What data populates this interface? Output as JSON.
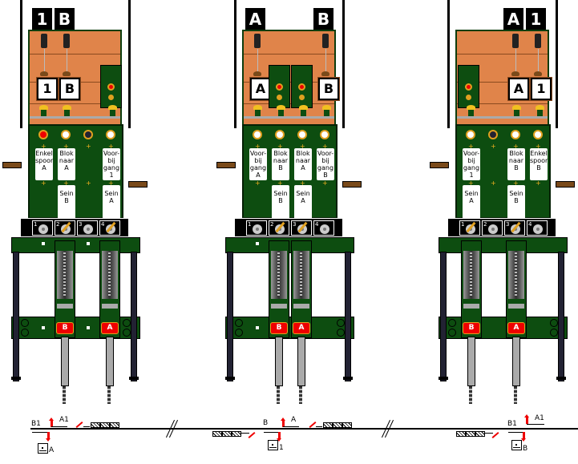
{
  "boxes": [
    {
      "name": "box-left",
      "flags": [
        "1",
        "B"
      ],
      "cards": [
        "1",
        "B"
      ],
      "indicators": [
        "red",
        "white",
        "dark",
        "white"
      ],
      "labels_top": [
        "Enkel spoor A",
        "Blok naar A",
        "",
        "Voor-bij gang 1"
      ],
      "labels_bottom": [
        "",
        "Sein B",
        "",
        "Sein A"
      ],
      "levers": [
        {
          "num": "1",
          "state": "normal"
        },
        {
          "num": "2",
          "state": "pulled"
        },
        {
          "num": "3",
          "state": "normal"
        },
        {
          "num": "4",
          "state": "pulled"
        }
      ],
      "tags": [
        "B",
        "A"
      ]
    },
    {
      "name": "box-middle",
      "flags": [
        "A",
        "B"
      ],
      "cards": [
        "A",
        "B"
      ],
      "indicators": [
        "white",
        "white",
        "white",
        "white"
      ],
      "labels_top": [
        "Voor-bij gang A",
        "Blok naar B",
        "Blok naar A",
        "Voor-bij gang B"
      ],
      "labels_bottom": [
        "",
        "Sein B",
        "Sein A",
        ""
      ],
      "levers": [
        {
          "num": "1",
          "state": "normal"
        },
        {
          "num": "2",
          "state": "pulled"
        },
        {
          "num": "3",
          "state": "pulled"
        },
        {
          "num": "4",
          "state": "normal"
        }
      ],
      "tags": [
        "B",
        "A"
      ]
    },
    {
      "name": "box-right",
      "flags": [
        "A",
        "1"
      ],
      "cards": [
        "A",
        "1"
      ],
      "indicators": [
        "white",
        "dark",
        "white",
        "white"
      ],
      "labels_top": [
        "Voor-bij gang 1",
        "",
        "Blok naar B",
        "Enkel spoor B"
      ],
      "labels_bottom": [
        "Sein A",
        "",
        "Sein B",
        ""
      ],
      "levers": [
        {
          "num": "1",
          "state": "pulled"
        },
        {
          "num": "2",
          "state": "normal"
        },
        {
          "num": "3",
          "state": "pulled"
        },
        {
          "num": "4",
          "state": "normal"
        }
      ],
      "tags": [
        "B",
        "A"
      ]
    }
  ],
  "track": {
    "left": {
      "signal_b": "B1",
      "signal_a": "A1",
      "station": "A"
    },
    "middle": {
      "signal_b": "B",
      "signal_a": "A",
      "station": "1"
    },
    "right": {
      "signal_b": "B1",
      "signal_a": "A1",
      "station": "B"
    }
  },
  "colors": {
    "panel_green": "#0d4d10",
    "case_orange": "#e0844a",
    "signal_red": "#ee0000",
    "brass": "#e0a020"
  }
}
